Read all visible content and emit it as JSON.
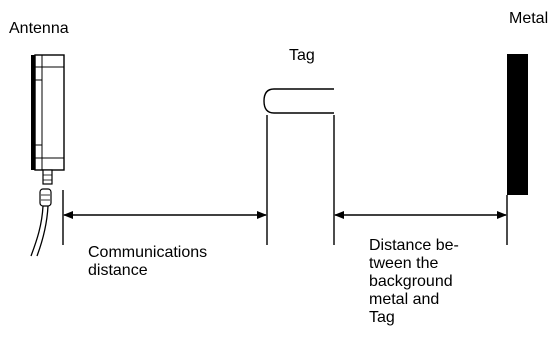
{
  "labels": {
    "antenna": "Antenna",
    "tag": "Tag",
    "metal": "Metal",
    "communications_distance": "Communications\ndistance",
    "background_distance": "Distance be-\ntween the\nbackground\nmetal and\nTag"
  },
  "colors": {
    "ink": "#000000",
    "background": "#ffffff"
  }
}
